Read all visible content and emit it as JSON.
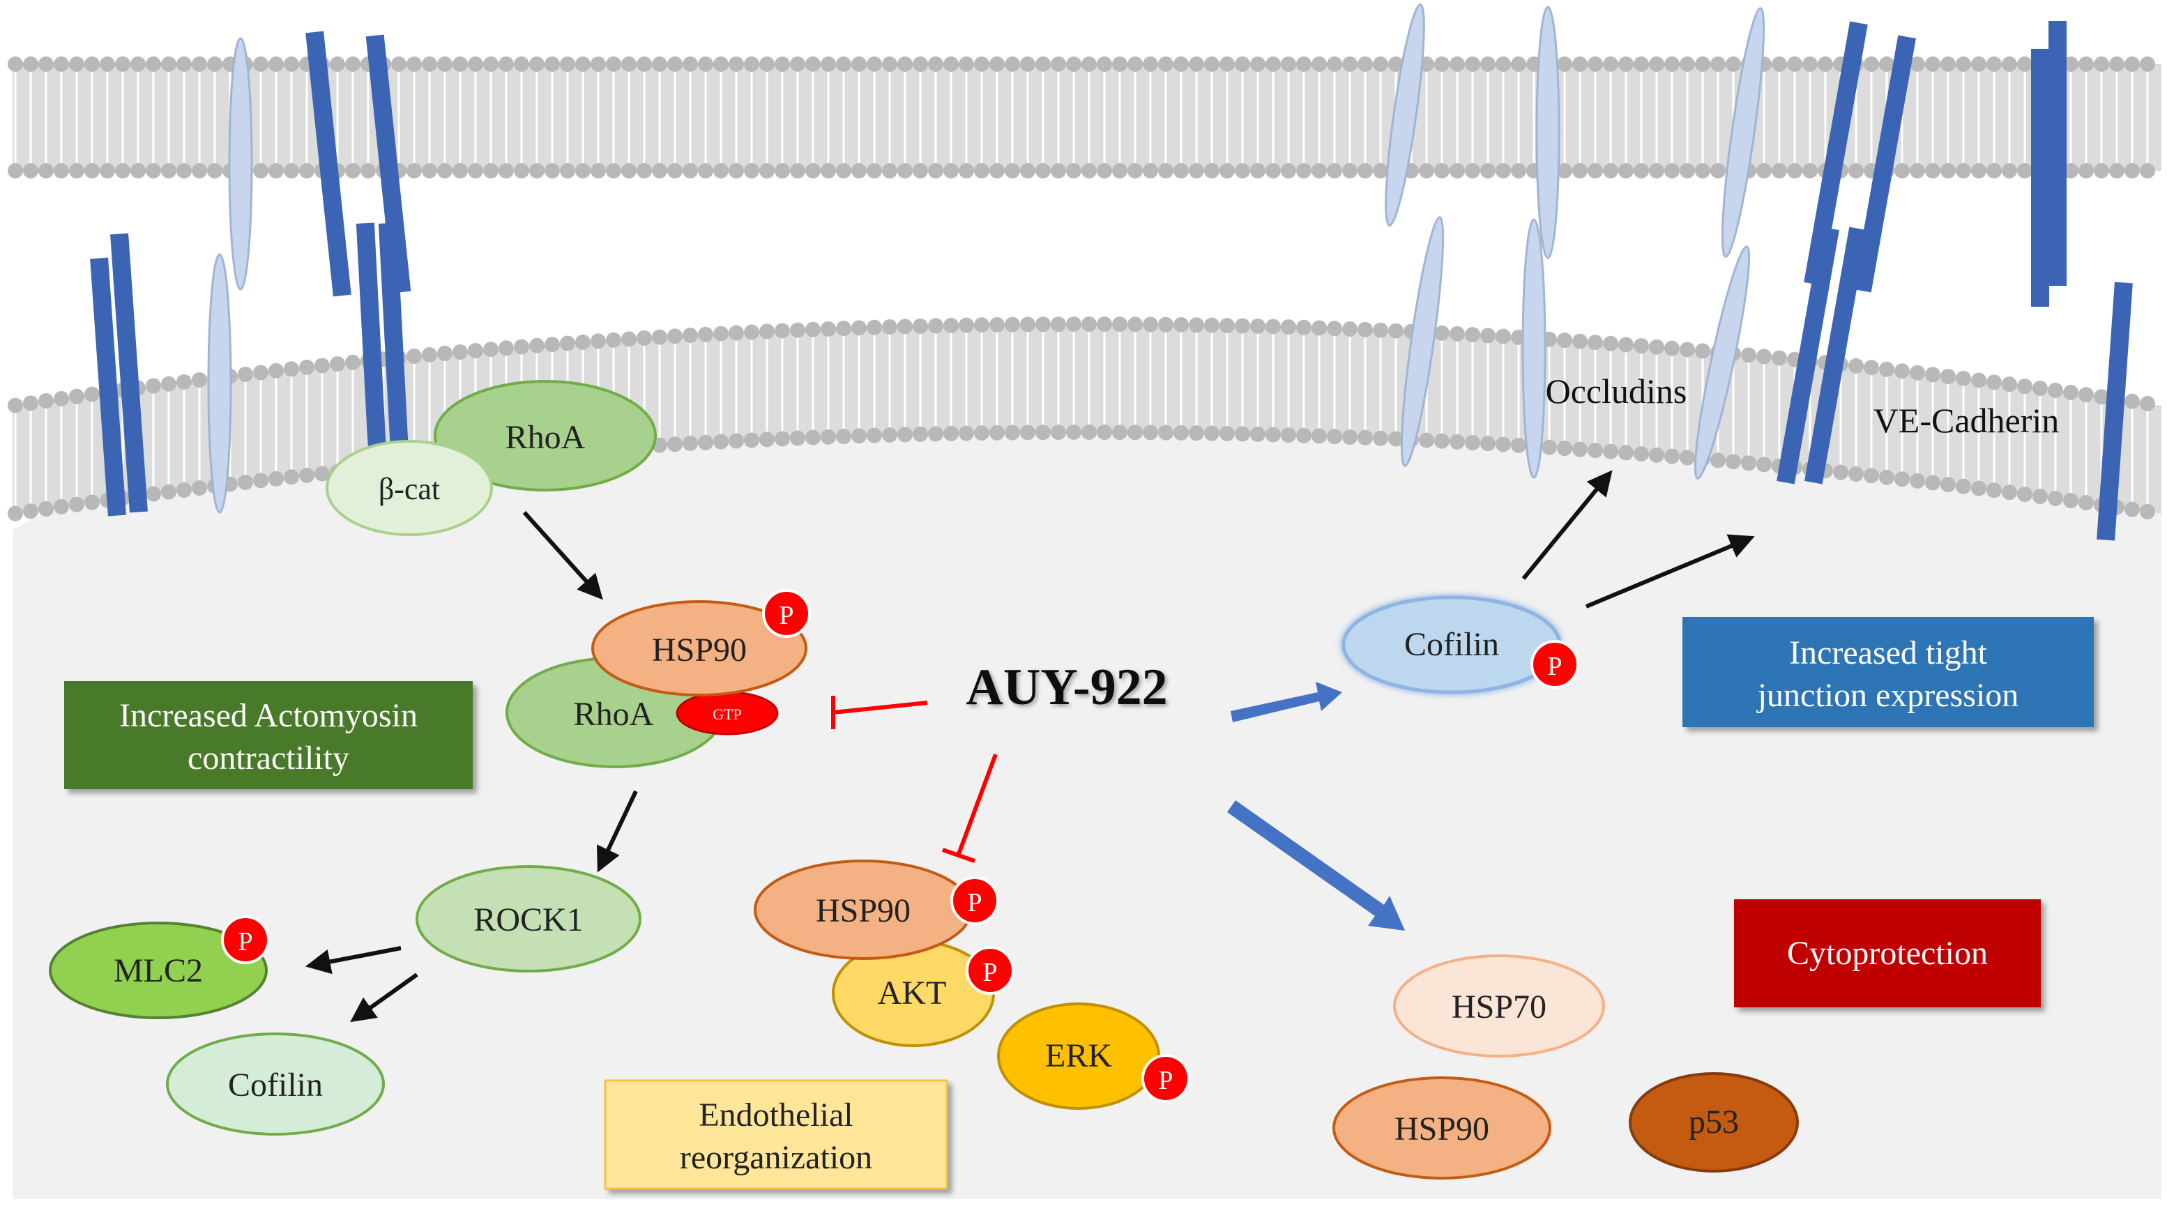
{
  "drug": {
    "label": "AUY-922"
  },
  "membrane": {
    "labels": {
      "occludins": "Occludins",
      "ve_cadherin": "VE-Cadherin"
    }
  },
  "proteins": {
    "rhoa_top": "RhoA",
    "beta_cat": "β-cat",
    "hsp90_complex": "HSP90",
    "rhoa_complex": "RhoA",
    "gtp": "GTP",
    "rock1": "ROCK1",
    "mlc2": "MLC2",
    "cofilin_left": "Cofilin",
    "hsp90_akt": "HSP90",
    "akt": "AKT",
    "erk": "ERK",
    "cofilin_right": "Cofilin",
    "hsp70": "HSP70",
    "hsp90_right": "HSP90",
    "p53": "p53",
    "phospho": "P"
  },
  "outcome_boxes": {
    "actomyosin": {
      "line1": "Increased Actomyosin",
      "line2": "contractility"
    },
    "endothelial": {
      "line1": "Endothelial",
      "line2": "reorganization"
    },
    "tight_junction": {
      "line1": "Increased tight",
      "line2": "junction expression"
    },
    "cytoprotection": {
      "line1": "Cytoprotection"
    }
  },
  "colors": {
    "membrane_bg": "#dcdcdc",
    "bead": "#b8b8b8",
    "cell_interior": "#f1f1f1",
    "transmembrane_blue": "#3b64b4",
    "occludin": "#c7d6ec",
    "inhibit_red": "#ff0000",
    "activate_blue": "#4472c4",
    "actomyosin_box": "#4a7a2c",
    "endothelial_box": "#ffe699",
    "tight_junction_box": "#2e75b6",
    "cytoprotection_box": "#c00000"
  }
}
